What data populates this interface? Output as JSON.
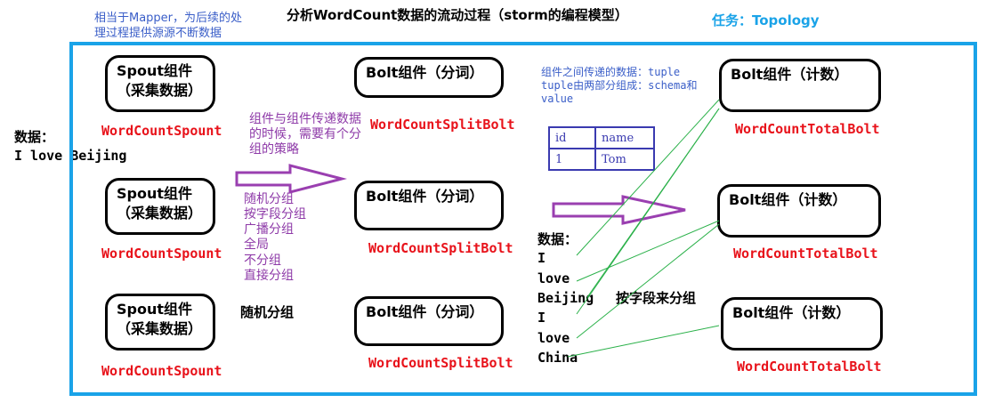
{
  "header": {
    "note": "相当于Mapper，为后续的处理过程提供源源不断数据",
    "title": "分析WordCount数据的流动过程（storm的编程模型）",
    "task": "任务：Topology"
  },
  "input": {
    "label": "数据：",
    "text": "I love Beijing"
  },
  "spouts": [
    {
      "box": "Spout组件（采集数据）",
      "name": "WordCountSpount"
    },
    {
      "box": "Spout组件（采集数据）",
      "name": "WordCountSpount"
    },
    {
      "box": "Spout组件（采集数据）",
      "name": "WordCountSpount"
    }
  ],
  "grouping": {
    "intro": "组件与组件传递数据的时候，需要有个分组的策略",
    "strategies": [
      "随机分组",
      "按字段分组",
      "广播分组",
      "全局",
      "不分组",
      "直接分组"
    ],
    "random_label": "随机分组"
  },
  "split_bolts": [
    {
      "box": "Bolt组件（分词）",
      "name": "WordCountSplitBolt"
    },
    {
      "box": "Bolt组件（分词）",
      "name": "WordCountSplitBolt"
    },
    {
      "box": "Bolt组件（分词）",
      "name": "WordCountSplitBolt"
    }
  ],
  "tuple_note": "组件之间传递的数据：tuple tuple由两部分组成：schema和value",
  "tuple_table": {
    "headers": [
      "id",
      "name"
    ],
    "row": [
      "1",
      "Tom"
    ]
  },
  "words": {
    "label": "数据：",
    "items": [
      "I",
      "love",
      "Beijing",
      "I",
      "love",
      "China"
    ]
  },
  "field_grouping_label": "按字段来分组",
  "total_bolts": [
    {
      "box": "Bolt组件（计数）",
      "name": "WordCountTotalBolt"
    },
    {
      "box": "Bolt组件（计数）",
      "name": "WordCountTotalBolt"
    },
    {
      "box": "Bolt组件（计数）",
      "name": "WordCountTotalBolt"
    }
  ],
  "colors": {
    "frame": "#1aa3e8",
    "component_name": "#e8121a",
    "strategy_text": "#8e3aa8",
    "arrow": "#9a3fb0",
    "table": "#3a3ab0",
    "connector": "#2bb14a",
    "task_title": "#1aa3e8"
  },
  "icons": [
    "right-arrow-icon"
  ]
}
